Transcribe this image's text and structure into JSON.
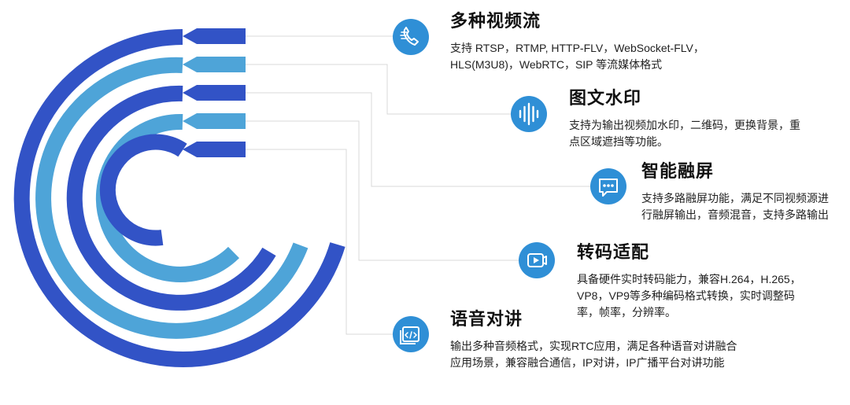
{
  "colors": {
    "dark_blue": "#3253c6",
    "light_blue": "#4ea4d8",
    "icon_circle": "#2f8fd6",
    "connector": "#d9d9d9",
    "title_text": "#111111",
    "desc_text": "#222222"
  },
  "features": [
    {
      "icon": "phone-icon",
      "title": "多种视频流",
      "desc": [
        "支持 RTSP，RTMP, HTTP-FLV，WebSocket-FLV，",
        "HLS(M3U8)，WebRTC，SIP 等流媒体格式"
      ]
    },
    {
      "icon": "audio-wave-icon",
      "title": "图文水印",
      "desc": [
        "支持为输出视频加水印，二维码，更换背景，重",
        "点区域遮挡等功能。"
      ]
    },
    {
      "icon": "chat-bubble-icon",
      "title": "智能融屏",
      "desc": [
        "支持多路融屏功能，满足不同视频源进",
        "行融屏输出，音频混音，支持多路输出"
      ]
    },
    {
      "icon": "video-play-icon",
      "title": "转码适配",
      "desc": [
        "具备硬件实时转码能力，兼容H.264，H.265，",
        "VP8，VP9等多种编码格式转换，实时调整码",
        "率，帧率，分辨率。"
      ]
    },
    {
      "icon": "code-window-icon",
      "title": "语音对讲",
      "desc": [
        "输出多种音频格式，实现RTC应用，满足各种语音对讲融合",
        "应用场景，兼容融合通信，IP对讲，IP广播平台对讲功能"
      ]
    }
  ]
}
